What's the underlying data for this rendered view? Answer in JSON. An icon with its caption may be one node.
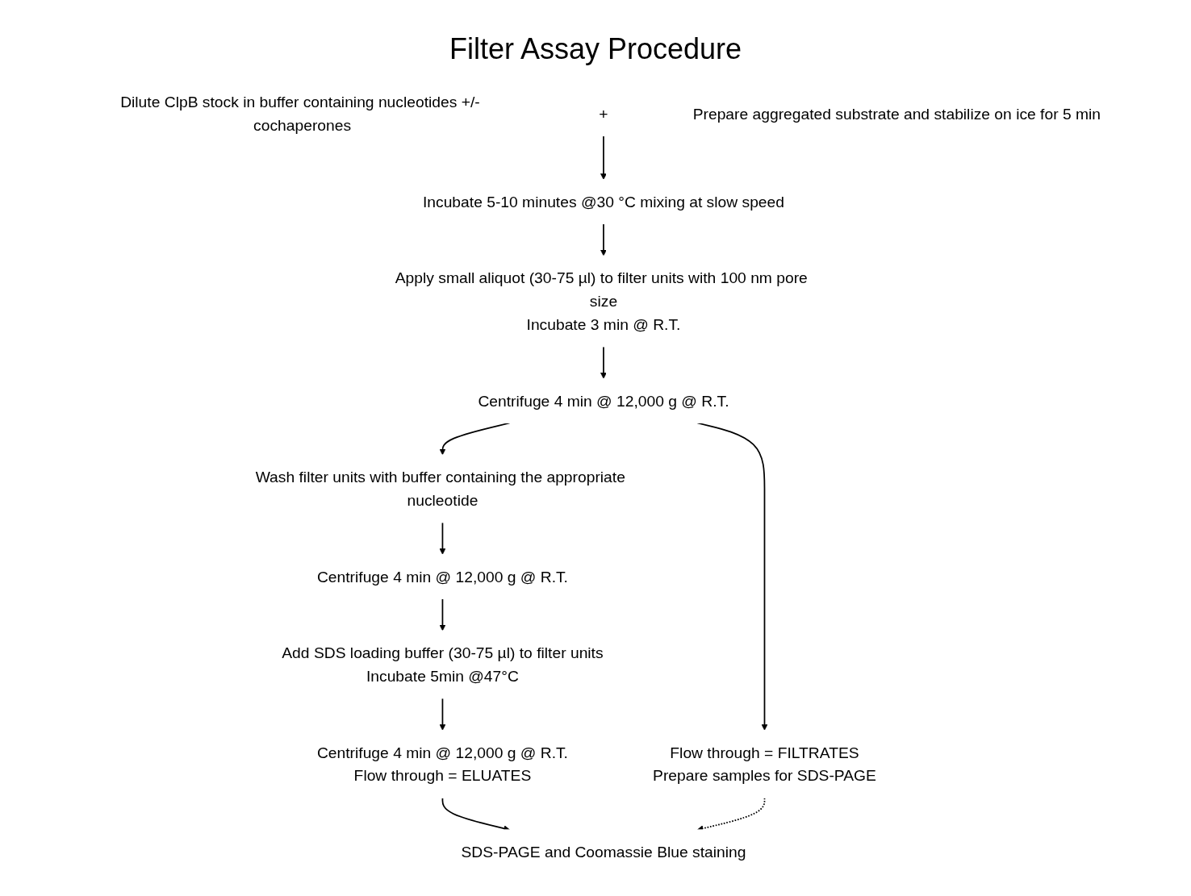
{
  "diagram": {
    "title": "Filter Assay Procedure",
    "nodes": [
      {
        "text": [
          "Dilute ClpB stock in buffer containing nucleotides +/- cochaperones"
        ]
      },
      {
        "text": [
          "+"
        ]
      },
      {
        "text": [
          "Prepare aggregated substrate and stabilize on ice for 5 min"
        ]
      },
      {
        "text": [
          "Incubate 5-10 minutes @30 °C mixing at slow speed"
        ]
      },
      {
        "text": [
          "Apply small aliquot (30-75 µl) to filter units with 100 nm pore size",
          "Incubate 3 min @ R.T."
        ]
      },
      {
        "text": [
          "Centrifuge 4 min @ 12,000 g @ R.T."
        ]
      },
      {
        "text": [
          "Wash filter units with buffer containing the appropriate nucleotide"
        ]
      },
      {
        "text": [
          "Flow through = FILTRATES",
          "Prepare samples for SDS-PAGE"
        ]
      },
      {
        "text": [
          "Centrifuge 4 min @ 12,000 g @ R.T."
        ]
      },
      {
        "text": [
          "Add SDS loading buffer (30-75 µl) to filter units",
          "Incubate 5min @47°C"
        ]
      },
      {
        "text": [
          "Centrifuge 4 min @ 12,000 g @ R.T.",
          "Flow through = ELUATES"
        ]
      },
      {
        "text": [
          "SDS-PAGE and Coomassie Blue staining"
        ]
      }
    ],
    "edges": [
      {
        "from": 1,
        "to": 3,
        "arrow": "to"
      },
      {
        "from": 3,
        "to": 4,
        "arrow": "to"
      },
      {
        "from": 4,
        "to": 5,
        "arrow": "to"
      },
      {
        "from": 5,
        "to": 6,
        "arrow": "to"
      },
      {
        "from": 5,
        "to": 7,
        "arrow": "to"
      },
      {
        "from": 6,
        "to": 8,
        "arrow": "to"
      },
      {
        "from": 8,
        "to": 9,
        "arrow": "to"
      },
      {
        "from": 9,
        "to": 10,
        "arrow": "to"
      },
      {
        "from": 10,
        "to": 11,
        "arrow": "to"
      },
      {
        "from": 7,
        "to": 11,
        "arrow": "to",
        "style": "dashed"
      }
    ]
  }
}
